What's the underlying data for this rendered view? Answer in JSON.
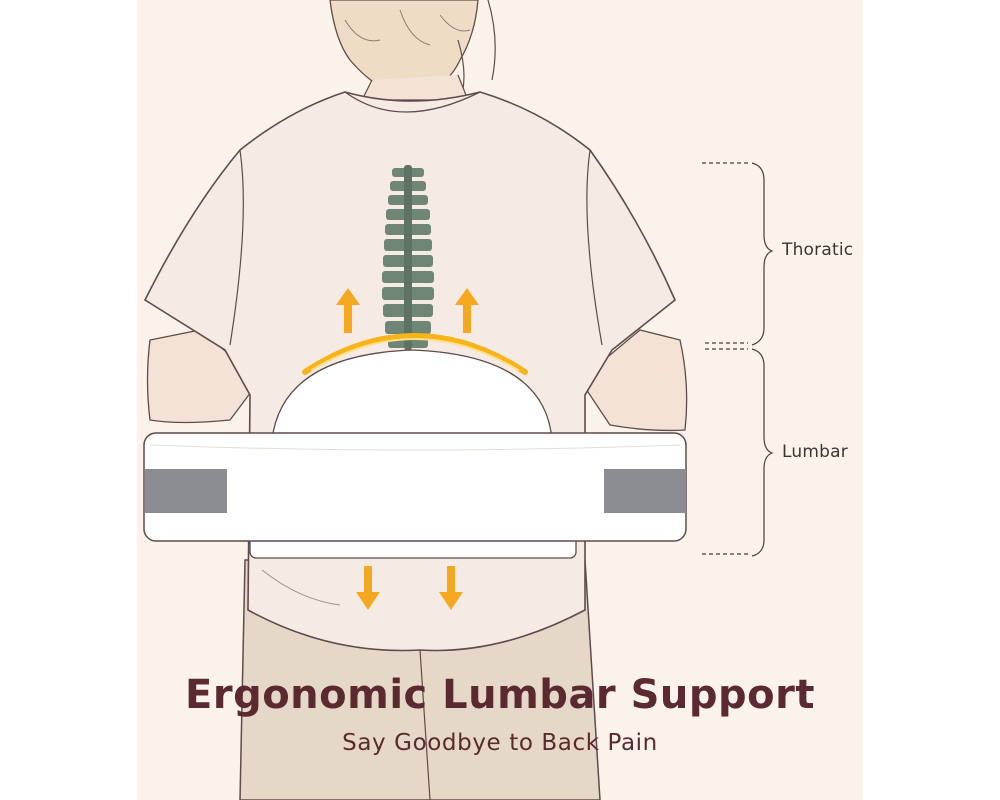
{
  "illustration": {
    "subject": "person-back-with-lumbar-pillow",
    "icons": [
      "spine-icon",
      "up-arrow-icon",
      "down-arrow-icon",
      "pillow-icon"
    ],
    "colors": {
      "background": "#fbf3ea",
      "shirt": "#f6ebe4",
      "outline": "#5f4b4b",
      "spine": "#6f8677",
      "arrow": "#f4a820",
      "pillow": "#ffffff",
      "strap": "#8a8c91",
      "pants": "#e6d8c9",
      "headline": "#5b2930"
    }
  },
  "regions": {
    "thoracic_label": "Thoratic",
    "lumbar_label": "Lumbar"
  },
  "headline": "Ergonomic Lumbar Support",
  "subheadline": "Say Goodbye to Back Pain"
}
